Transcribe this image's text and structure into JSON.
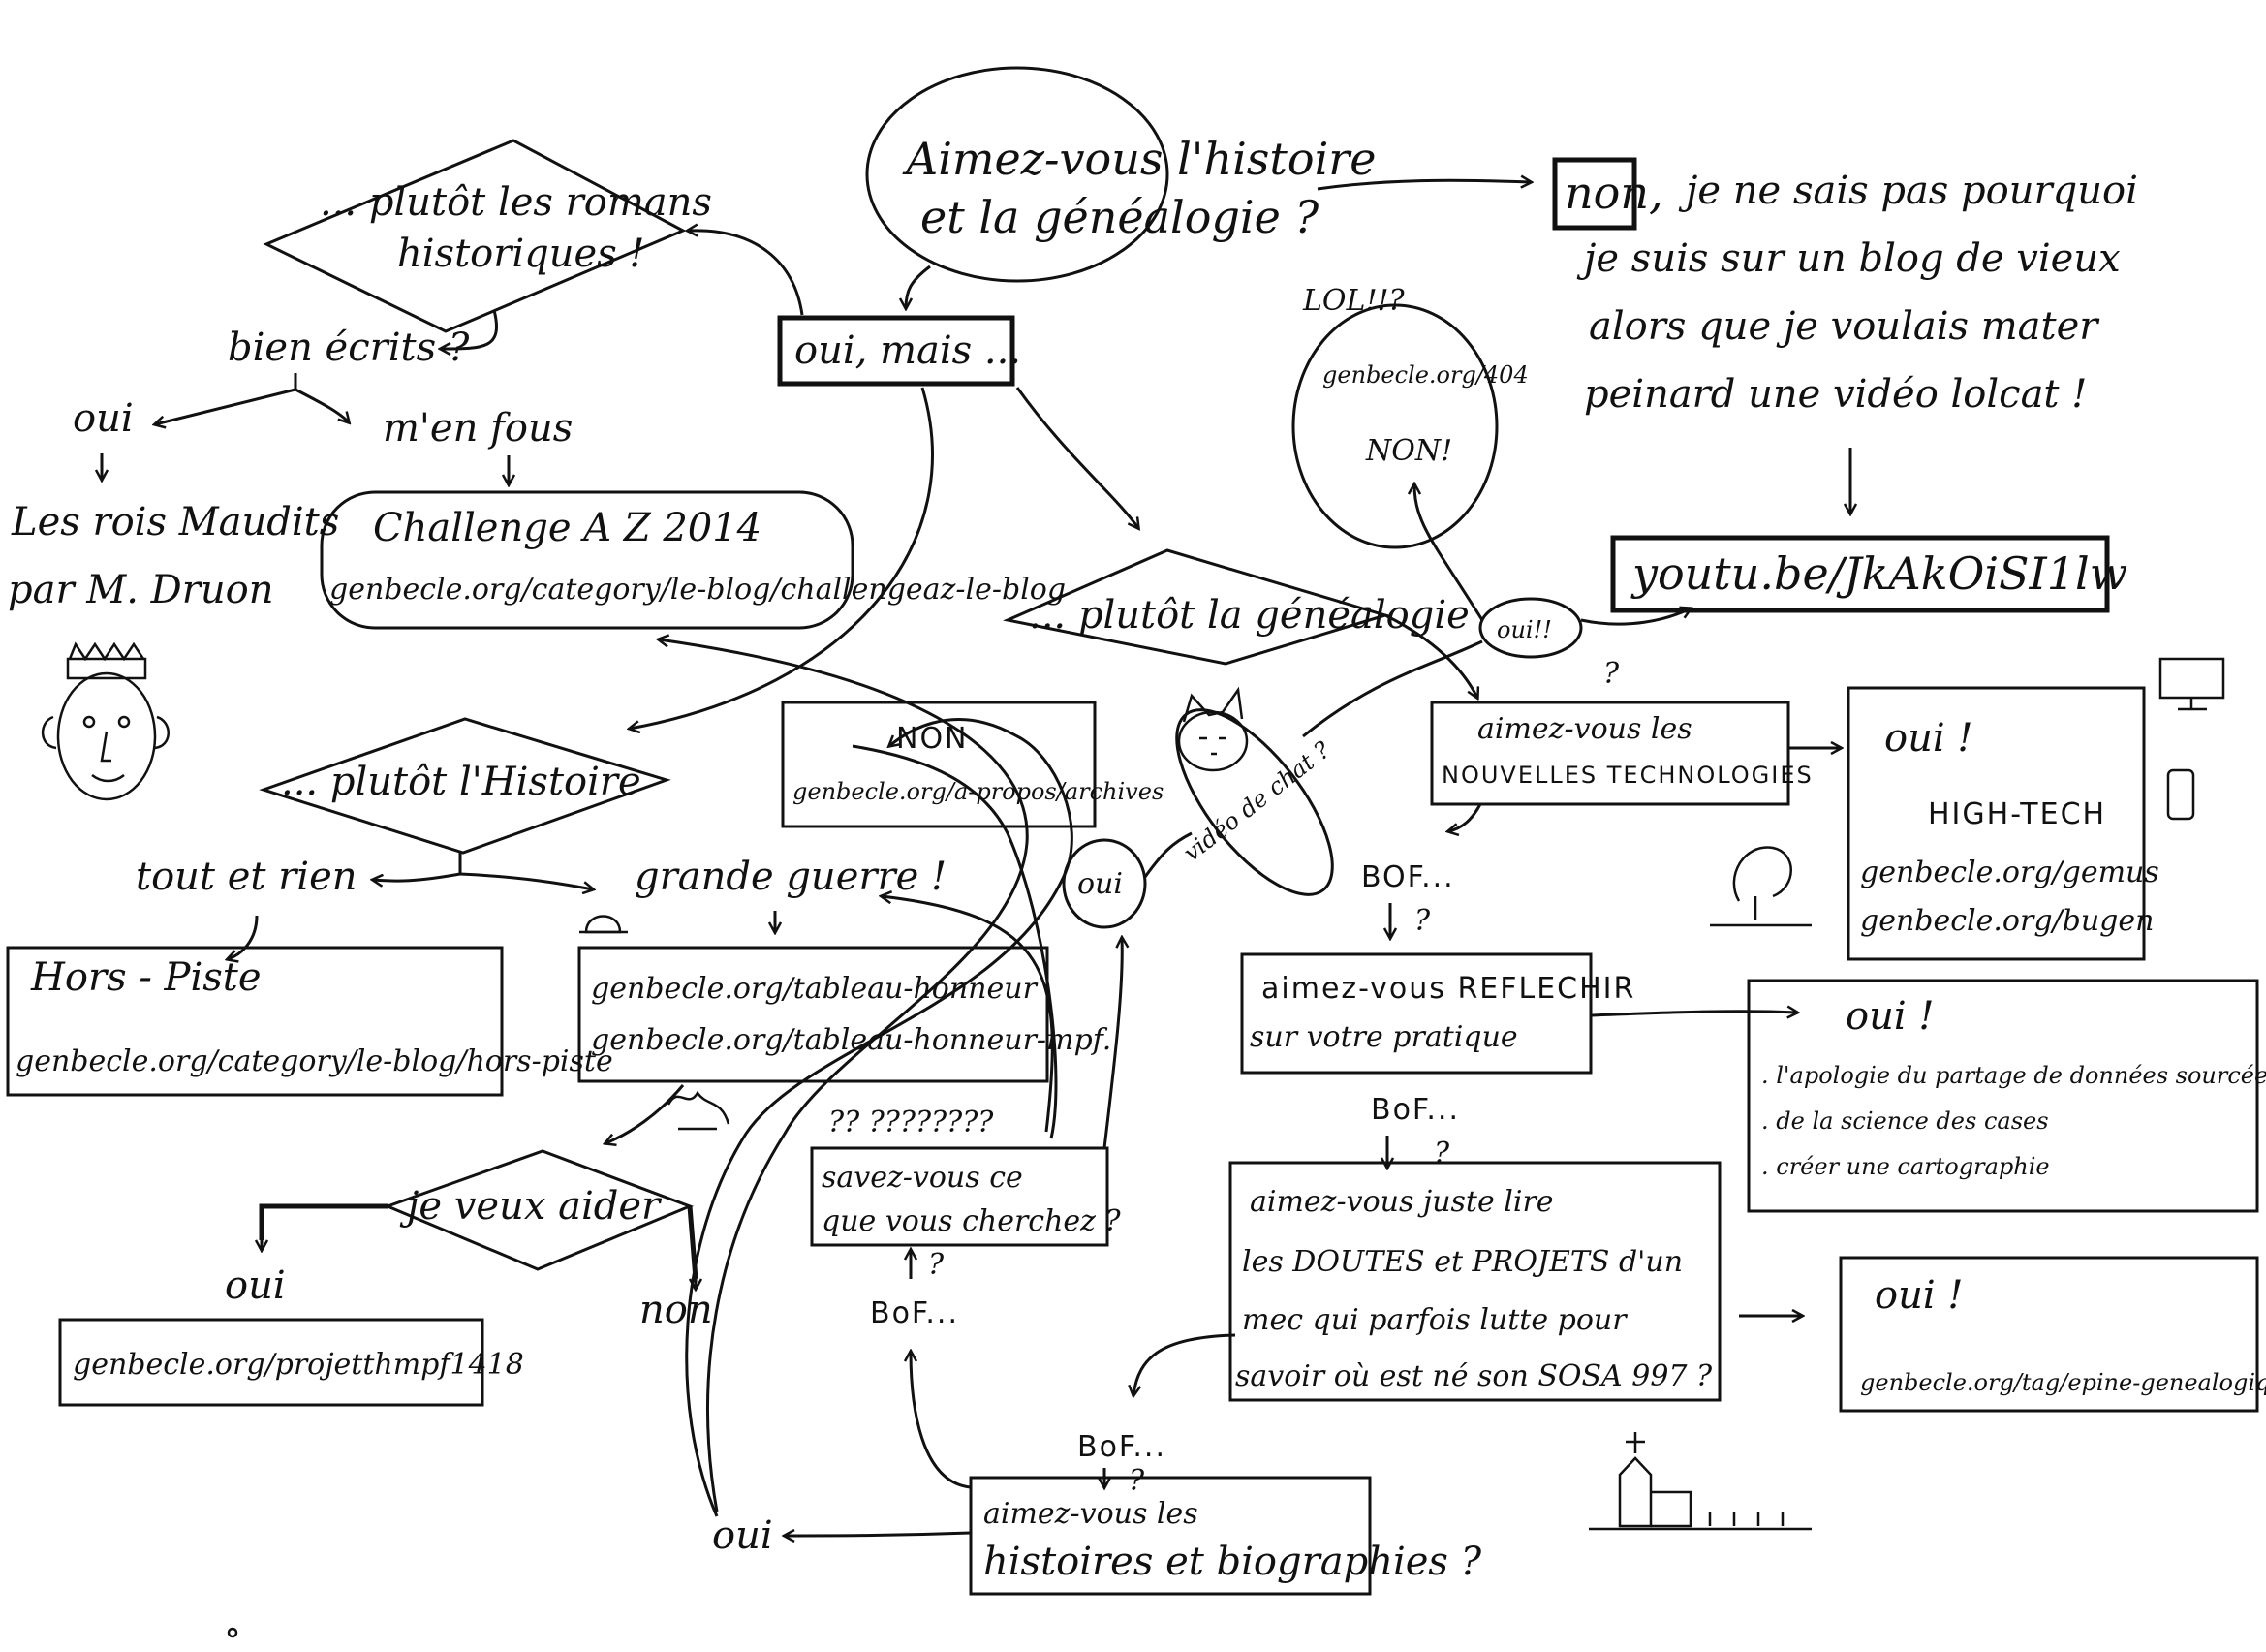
{
  "diagram": {
    "start": {
      "line1": "Aimez-vous l'histoire",
      "line2": "et la généalogie ?"
    },
    "non_branch": {
      "box": "non,",
      "line1": "je ne sais pas pourquoi",
      "line2": "je suis sur un blog de vieux",
      "line3": "alors que je voulais mater",
      "line4": "peinard une vidéo lolcat !",
      "youtube": "youtu.be/JkAkOiSI1lw"
    },
    "oui_mais": "oui, mais ...",
    "romans": {
      "line1": "... plutôt les romans",
      "line2": "historiques !",
      "bien_ecrits": "bien écrits ?",
      "oui": "oui",
      "men_fous": "m'en fous",
      "rois_line1": "Les rois Maudits",
      "rois_line2": "par M. Druon",
      "challenge_title": "Challenge A Z 2014",
      "challenge_url": "genbecle.org/category/le-blog/challengeaz-le-blog"
    },
    "histoire": {
      "label": "... plutôt l'Histoire",
      "tout_et_rien": "tout et rien",
      "hors_piste_title": "Hors - Piste",
      "hors_piste_url": "genbecle.org/category/le-blog/hors-piste",
      "grande_guerre": "grande guerre !",
      "tableau1": "genbecle.org/tableau-honneur",
      "tableau2": "genbecle.org/tableau-honneur-mpf.",
      "je_veux_aider": "je veux aider",
      "oui": "oui",
      "non": "non",
      "projet_url": "genbecle.org/projetthmpf1418"
    },
    "lol": {
      "title": "LOL!!?",
      "url": "genbecle.org/404",
      "non": "NON!"
    },
    "genealogie": {
      "label": "... plutôt la généalogie",
      "oui_small": "oui!!",
      "question": "?",
      "nt_line1": "aimez-vous les",
      "nt_line2": "NOUVELLES TECHNOLOGIES",
      "hightech_oui": "oui !",
      "hightech_title": "HIGH-TECH",
      "hightech_url1": "genbecle.org/gemus",
      "hightech_url2": "genbecle.org/bugen",
      "bof1": "BOF...",
      "q1": "?",
      "refl_line1": "aimez-vous REFLECHIR",
      "refl_line2": "sur votre pratique",
      "refl_oui": "oui !",
      "refl_item1": ". l'apologie du partage de données sourcées",
      "refl_item2": ". de la science des cases",
      "refl_item3": ". créer une cartographie",
      "bof2": "BoF...",
      "q2": "?",
      "lire_line1": "aimez-vous juste lire",
      "lire_line2": "les DOUTES et PROJETS d'un",
      "lire_line3": "mec qui parfois lutte pour",
      "lire_line4": "savoir où est né son SOSA 997 ?",
      "epine_oui": "oui !",
      "epine_url": "genbecle.org/tag/epine-genealogique",
      "bof3": "BoF...",
      "q3": "?",
      "bio_line1": "aimez-vous les",
      "bio_line2": "histoires et biographies ?",
      "bio_oui": "oui"
    },
    "apropos": {
      "non": "NON",
      "url": "genbecle.org/a-propos/archives"
    },
    "savez": {
      "marks": "?? ????????",
      "line1": "savez-vous ce",
      "line2": "que vous cherchez ?",
      "q": "?",
      "bof": "BoF...",
      "oui": "oui",
      "video_chat": "vidéo de chat ?"
    }
  }
}
